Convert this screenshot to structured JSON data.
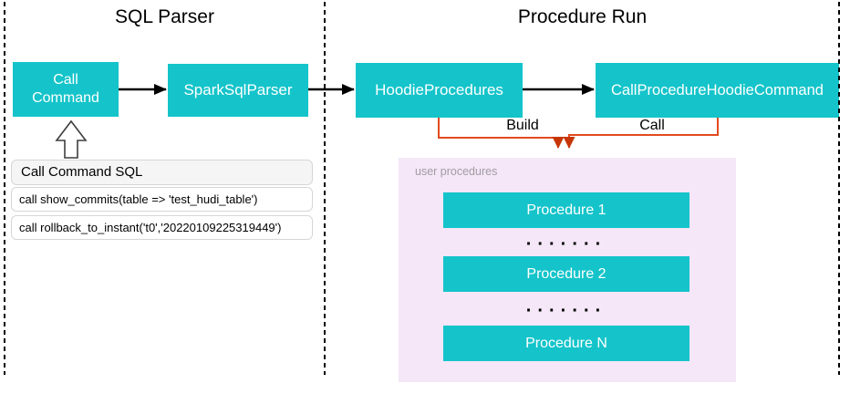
{
  "sections": {
    "sql_parser": {
      "title": "SQL Parser"
    },
    "procedure_run": {
      "title": "Procedure Run"
    }
  },
  "nodes": {
    "call_command": "Call\nCommand",
    "spark_sql_parser": "SparkSqlParser",
    "hoodie_procedures": "HoodieProcedures",
    "call_procedure_hoodie_command": "CallProcedureHoodieCommand"
  },
  "edge_labels": {
    "build": "Build",
    "call": "Call"
  },
  "sql_table": {
    "header": "Call Command SQL",
    "rows": [
      "call show_commits(table => 'test_hudi_table')",
      "call rollback_to_instant('t0','20220109225319449')"
    ]
  },
  "user_procedures": {
    "label": "user procedures",
    "items": [
      "Procedure 1",
      "Procedure 2",
      "Procedure N"
    ],
    "dots": "·······"
  },
  "colors": {
    "node_teal": "#14c4ca",
    "connector_orange": "#e2491f",
    "arrowhead_orange": "#c63606",
    "container_pink": "#f5e6f8",
    "label_gray": "#9e9e9e"
  }
}
